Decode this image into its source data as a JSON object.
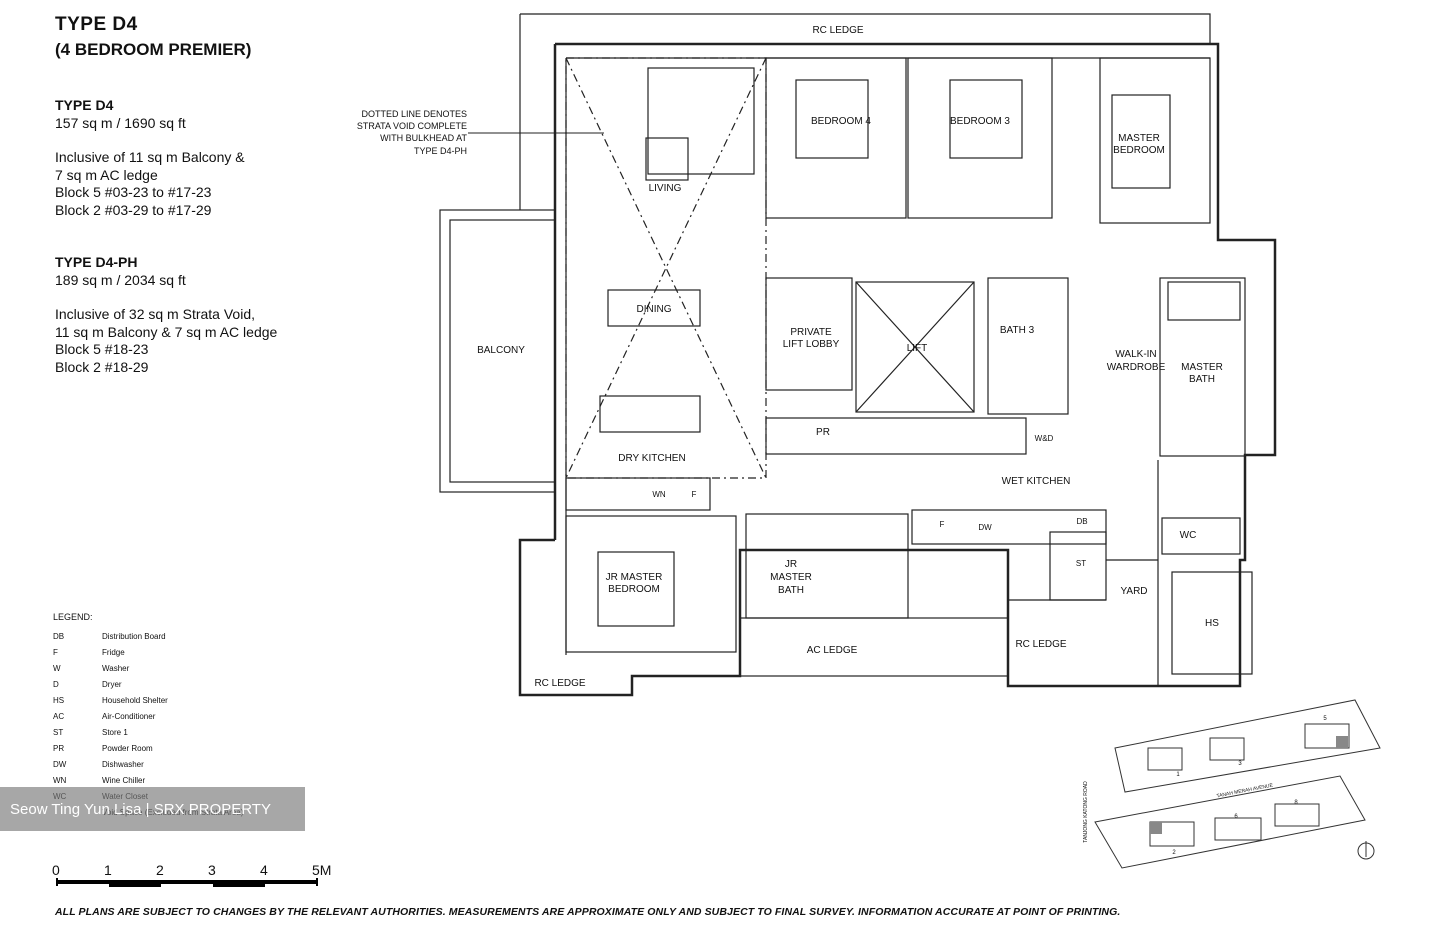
{
  "header": {
    "title": "TYPE  D4",
    "subtitle": "(4 BEDROOM PREMIER)"
  },
  "unit_d4": {
    "heading": "TYPE D4",
    "area": "157 sq m / 1690 sq ft",
    "note_1": "Inclusive of 11 sq m Balcony &",
    "note_2": "7 sq m AC ledge",
    "block_1": "Block 5 #03-23 to #17-23",
    "block_2": "Block 2 #03-29 to #17-29"
  },
  "unit_d4ph": {
    "heading": "TYPE D4-PH",
    "area": "189 sq m / 2034 sq ft",
    "note_1": "Inclusive of 32 sq m Strata Void,",
    "note_2": "11 sq m Balcony & 7 sq m AC ledge",
    "block_1": "Block 5 #18-23",
    "block_2": "Block 2 #18-29"
  },
  "legend": {
    "title": "LEGEND:",
    "items": [
      {
        "code": "DB",
        "label": "Distribution Board"
      },
      {
        "code": "F",
        "label": "Fridge"
      },
      {
        "code": "W",
        "label": "Washer"
      },
      {
        "code": "D",
        "label": "Dryer"
      },
      {
        "code": "HS",
        "label": "Household Shelter"
      },
      {
        "code": "AC",
        "label": "Air-Conditioner"
      },
      {
        "code": "ST",
        "label": "Store 1"
      },
      {
        "code": "PR",
        "label": "Powder Room"
      },
      {
        "code": "DW",
        "label": "Dishwasher"
      },
      {
        "code": "WN",
        "label": "Wine Chiller"
      },
      {
        "code": "WC",
        "label": "Water Closet"
      },
      {
        "code": "",
        "label": "Void Space (Excluded from Strata Area)"
      }
    ]
  },
  "scale": {
    "ticks": [
      "0",
      "1",
      "2",
      "3",
      "4",
      "5M"
    ]
  },
  "disclaimer": "ALL PLANS ARE SUBJECT TO CHANGES BY THE RELEVANT AUTHORITIES. MEASUREMENTS ARE APPROXIMATE ONLY AND SUBJECT TO FINAL SURVEY. INFORMATION ACCURATE AT POINT OF PRINTING.",
  "watermark": "Seow Ting Yun Lisa | SRX PROPERTY",
  "plan": {
    "void_note_1": "DOTTED LINE DENOTES",
    "void_note_2": "STRATA VOID COMPLETE",
    "void_note_3": "WITH BULKHEAD AT",
    "void_note_4": "TYPE D4-PH",
    "rooms": {
      "rc_ledge_top": "RC LEDGE",
      "living": "LIVING",
      "dining": "DINING",
      "balcony": "BALCONY",
      "dry_kitchen": "DRY KITCHEN",
      "bedroom4": "BEDROOM 4",
      "bedroom3": "BEDROOM 3",
      "master_bedroom_1": "MASTER",
      "master_bedroom_2": "BEDROOM",
      "private_lift_1": "PRIVATE",
      "private_lift_2": "LIFT LOBBY",
      "lift": "LIFT",
      "bath3": "BATH 3",
      "walkin_1": "WALK-IN",
      "walkin_2": "WARDROBE",
      "master_bath_1": "MASTER",
      "master_bath_2": "BATH",
      "pr": "PR",
      "wd": "W&D",
      "wet_kitchen": "WET KITCHEN",
      "wn": "WN",
      "f1": "F",
      "f2": "F",
      "dw": "DW",
      "db": "DB",
      "st": "ST",
      "wc": "WC",
      "yard": "YARD",
      "hs": "HS",
      "jr_master_bed_1": "JR MASTER",
      "jr_master_bed_2": "BEDROOM",
      "jr_bath_1": "JR",
      "jr_bath_2": "MASTER",
      "jr_bath_3": "BATH",
      "ac_ledge": "AC LEDGE",
      "rc_ledge_right": "RC LEDGE",
      "rc_ledge_bottom": "RC LEDGE"
    }
  },
  "key_plan": {
    "road_1": "TANJONG KATONG ROAD",
    "road_2": "TANAH MERAH AVENUE",
    "blocks": [
      "1",
      "3",
      "5",
      "2",
      "6",
      "8"
    ]
  }
}
